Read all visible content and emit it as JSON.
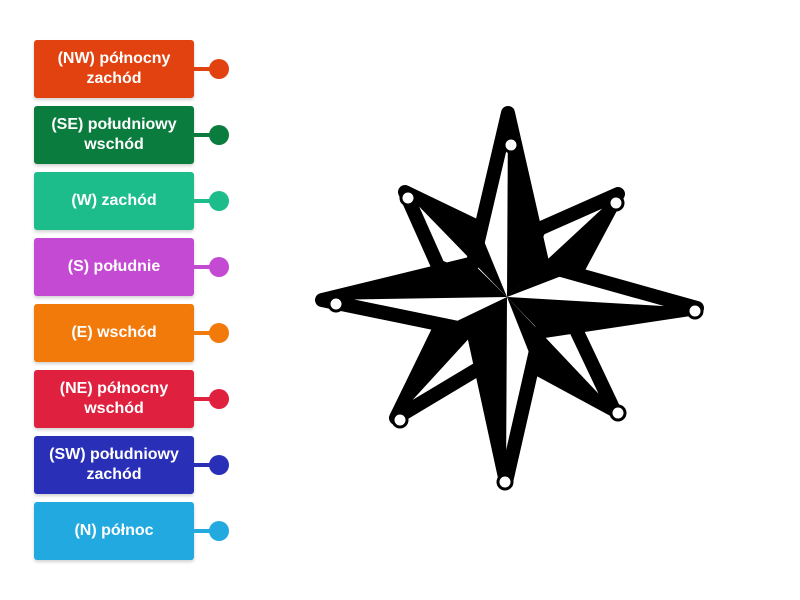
{
  "labels": [
    {
      "text": "(NW) północny zachód",
      "color": "#e2420f"
    },
    {
      "text": "(SE) południowy wschód",
      "color": "#0a7c3e"
    },
    {
      "text": "(W) zachód",
      "color": "#1cbd8b"
    },
    {
      "text": "(S) południe",
      "color": "#c44ad3"
    },
    {
      "text": "(E) wschód",
      "color": "#f27a0a"
    },
    {
      "text": "(NE) północny wschód",
      "color": "#e0203f"
    },
    {
      "text": "(SW) południowy zachód",
      "color": "#2a2fb8"
    },
    {
      "text": "(N) północ",
      "color": "#22a9e0"
    }
  ],
  "compass": {
    "icon": "compass-rose-icon",
    "fill_color": "#000000",
    "target_count": 8
  }
}
